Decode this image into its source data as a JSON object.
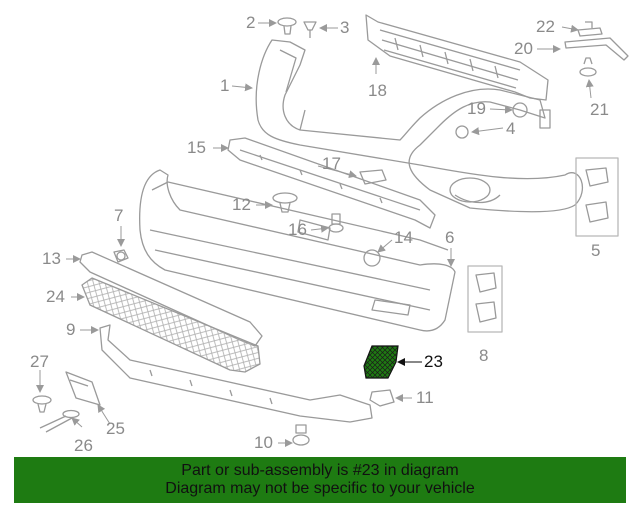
{
  "diagram": {
    "callouts": [
      {
        "id": "1",
        "label": "1"
      },
      {
        "id": "2",
        "label": "2"
      },
      {
        "id": "3",
        "label": "3"
      },
      {
        "id": "4",
        "label": "4"
      },
      {
        "id": "5",
        "label": "5"
      },
      {
        "id": "6",
        "label": "6"
      },
      {
        "id": "7",
        "label": "7"
      },
      {
        "id": "8",
        "label": "8"
      },
      {
        "id": "9",
        "label": "9"
      },
      {
        "id": "10",
        "label": "10"
      },
      {
        "id": "11",
        "label": "11"
      },
      {
        "id": "12",
        "label": "12"
      },
      {
        "id": "13",
        "label": "13"
      },
      {
        "id": "14",
        "label": "14"
      },
      {
        "id": "15",
        "label": "15"
      },
      {
        "id": "16",
        "label": "16"
      },
      {
        "id": "17",
        "label": "17"
      },
      {
        "id": "18",
        "label": "18"
      },
      {
        "id": "19",
        "label": "19"
      },
      {
        "id": "20",
        "label": "20"
      },
      {
        "id": "21",
        "label": "21"
      },
      {
        "id": "22",
        "label": "22"
      },
      {
        "id": "23",
        "label": "23",
        "highlighted": true
      },
      {
        "id": "24",
        "label": "24"
      },
      {
        "id": "25",
        "label": "25"
      },
      {
        "id": "26",
        "label": "26"
      },
      {
        "id": "27",
        "label": "27"
      }
    ],
    "highlight_color": "#1e7b12",
    "line_color": "#9a9a9a"
  },
  "banner": {
    "line1": "Part or sub-assembly is #23 in diagram",
    "line2": "Diagram may not be specific to your vehicle",
    "background": "#1e7b12"
  }
}
